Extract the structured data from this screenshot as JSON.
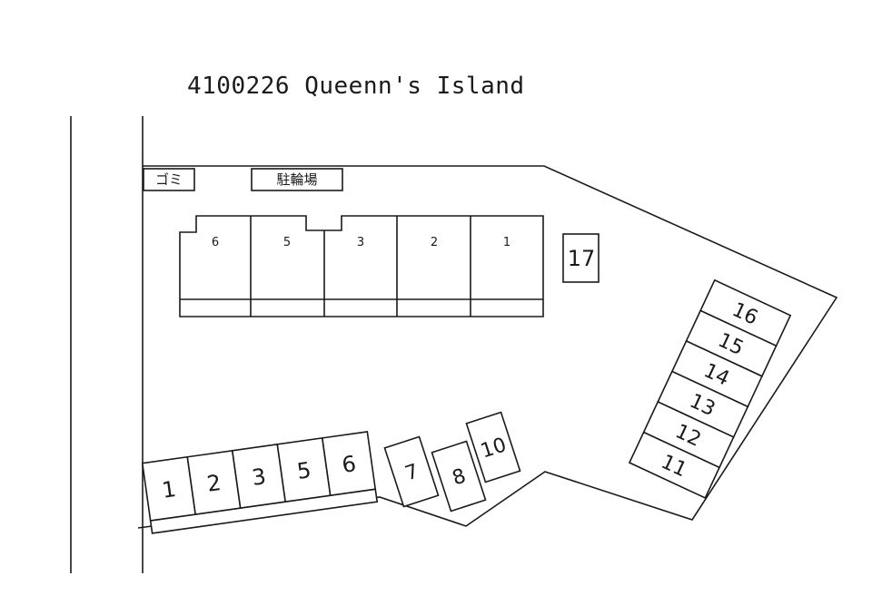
{
  "title": "4100226 Queenn's Island",
  "facilities": {
    "garbage": "ゴミ",
    "bicycle_parking": "駐輪場"
  },
  "building_units": [
    "6",
    "5",
    "3",
    "2",
    "1"
  ],
  "parking": {
    "bottom_left": [
      "1",
      "2",
      "3",
      "5",
      "6"
    ],
    "center": [
      "7",
      "8",
      "10"
    ],
    "right_column": [
      "16",
      "15",
      "14",
      "13",
      "12",
      "11"
    ],
    "standalone": "17"
  }
}
